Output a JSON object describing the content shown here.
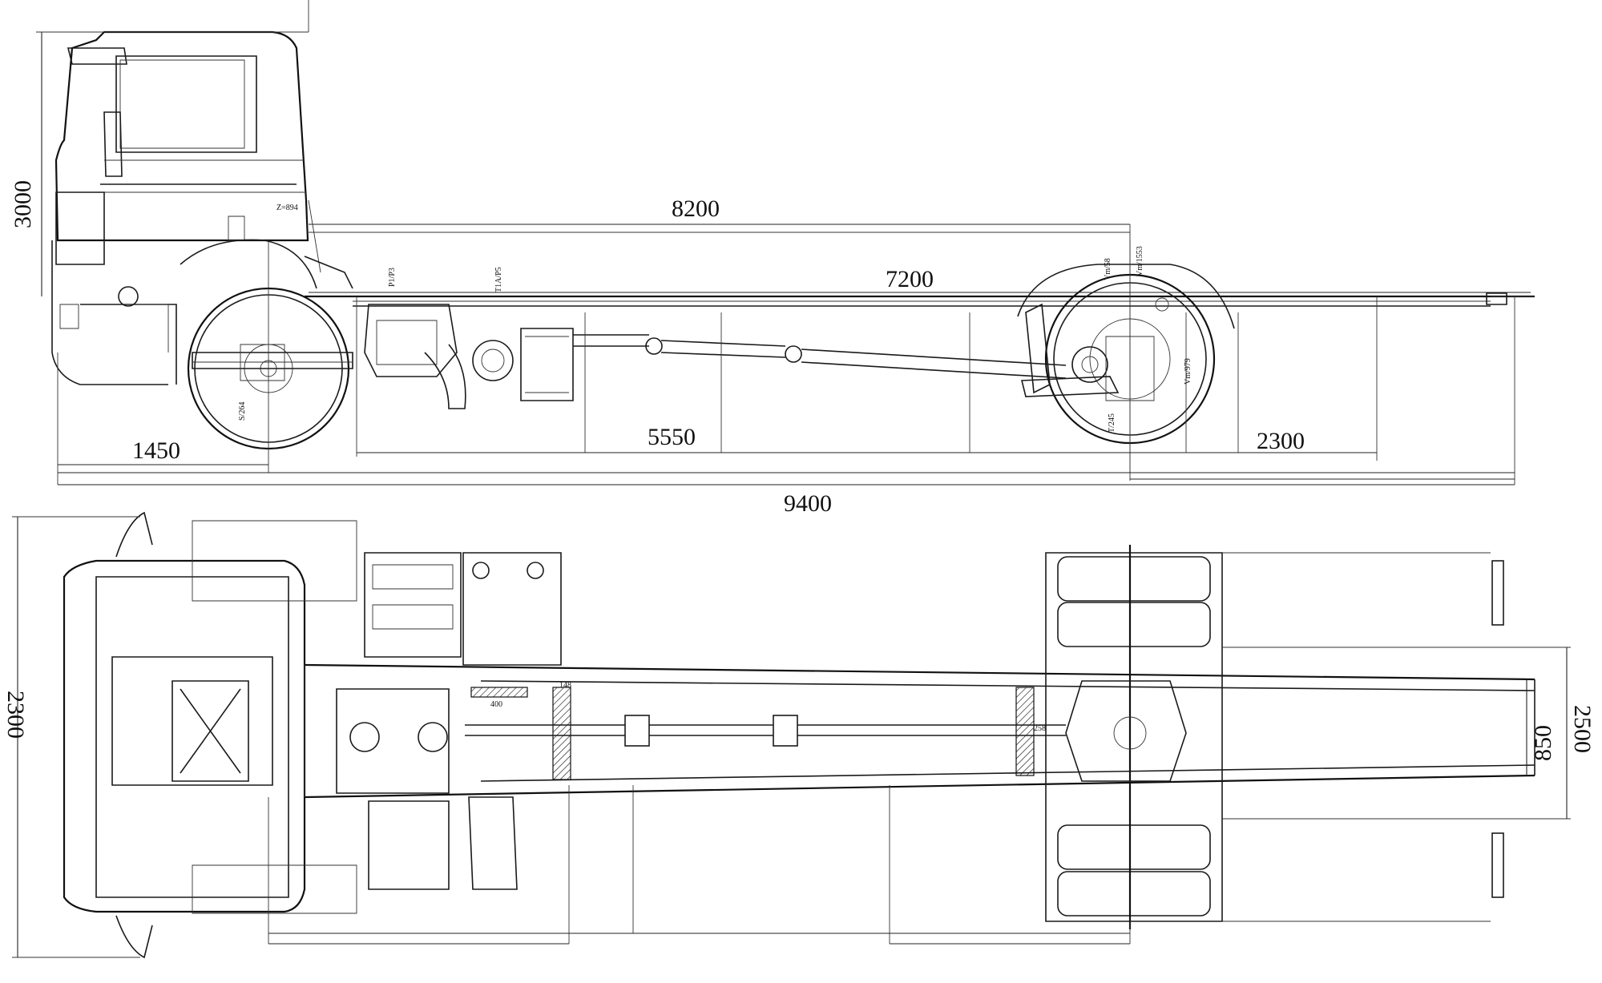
{
  "side_view": {
    "dimensions": {
      "height": "3000",
      "wheelbase_total": "8200",
      "frame_length": "7200",
      "front_overhang": "1450",
      "middle": "5550",
      "rear_overhang": "2300",
      "overall_length": "9400"
    },
    "small_labels": [
      "Z=894",
      "P1/P3",
      "T1A/P5",
      "Vm/58",
      "Vm/1553",
      "S/264",
      "Vm/979",
      "T/245"
    ]
  },
  "top_view": {
    "dimensions": {
      "cab_width": "2300",
      "frame_width": "850",
      "overall_width": "2500"
    },
    "small_labels": [
      "148",
      "400",
      "258"
    ]
  },
  "colors": {
    "line": "#1a1a1a",
    "background": "#ffffff"
  }
}
